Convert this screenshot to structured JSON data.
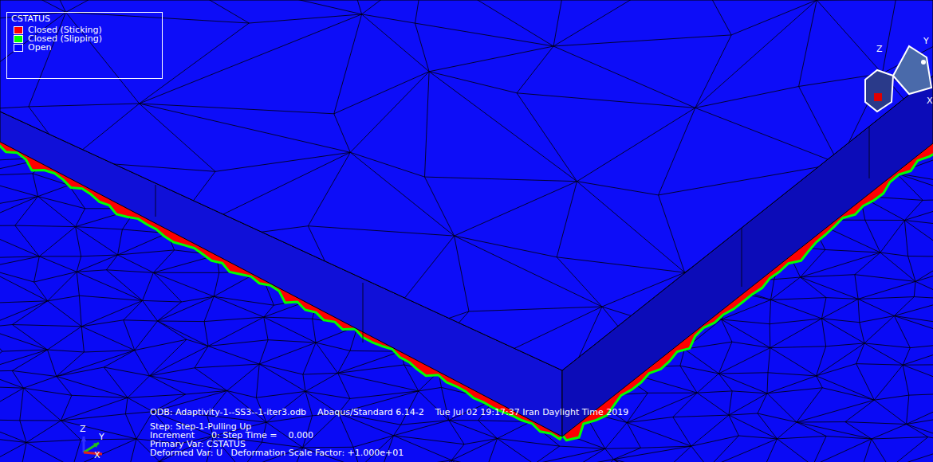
{
  "diagram": {
    "labels": [
      "CSTATUS",
      "ODB: Adaptivity-1--SS3--1-iter3.odb    Abaqus/Standard 6.14-2    Tue Jul 02 19:17:37 Iran Daylight Time 2019",
      "Step: Step-1-Pulling Up",
      "Increment      0: Step Time =    0.000",
      "Primary Var: CSTATUS",
      "Deformed Var: U   Deformation Scale Factor: +1.000e+01",
      "Z",
      "Y",
      "X",
      "Z",
      "Y",
      "X"
    ],
    "legend": [
      {
        "text": "Closed (Sticking)",
        "color": "#ff0000"
      },
      {
        "text": "Closed (Slipping)",
        "color": "#00ff00"
      },
      {
        "text": "Open",
        "color": "#0000ff"
      }
    ]
  }
}
